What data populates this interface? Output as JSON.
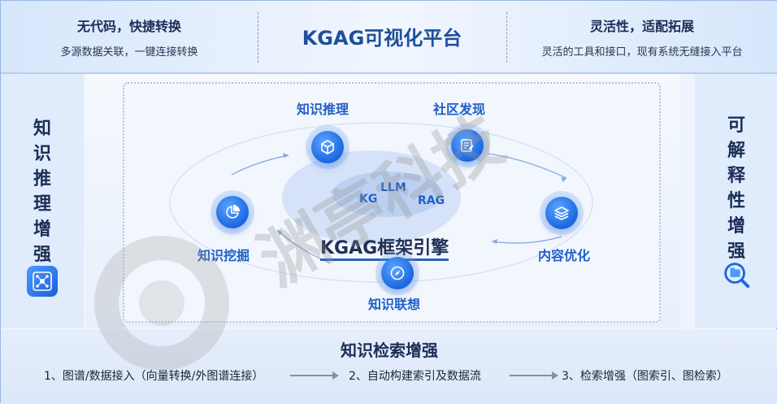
{
  "header": {
    "left_title": "无代码，快捷转换",
    "left_subtitle": "多源数据关联，一键连接转换",
    "center_title": "KGAG可视化平台",
    "right_title": "灵活性，适配拓展",
    "right_subtitle": "灵活的工具和接口，现有系统无缝接入平台"
  },
  "left_panel": {
    "chars": [
      "知",
      "识",
      "推",
      "理",
      "增",
      "强"
    ],
    "icon": "knowledge-book-icon"
  },
  "right_panel": {
    "chars": [
      "可",
      "解",
      "释",
      "性",
      "增",
      "强"
    ],
    "icon": "magnifier-folder-icon"
  },
  "diagram": {
    "engine_title": "KGAG框架引擎",
    "core_labels": {
      "llm": "LLM",
      "kg": "KG",
      "rag": "RAG"
    },
    "nodes": {
      "reasoning": {
        "label": "知识推理",
        "icon": "cube-icon"
      },
      "community": {
        "label": "社区发现",
        "icon": "document-edit-icon"
      },
      "optimize": {
        "label": "内容优化",
        "icon": "layers-icon"
      },
      "association": {
        "label": "知识联想",
        "icon": "compass-icon"
      },
      "mining": {
        "label": "知识挖掘",
        "icon": "pie-chart-icon"
      }
    }
  },
  "footer": {
    "title": "知识检索增强",
    "steps": [
      "1、图谱/数据接入（向量转换/外图谱连接）",
      "2、自动构建索引及数据流",
      "3、检索增强（图索引、图检索）"
    ]
  },
  "watermark": "渊亭科技",
  "colors": {
    "accent": "#1f5fc8",
    "node": "#1b66e0",
    "title": "#1f4e9c"
  }
}
